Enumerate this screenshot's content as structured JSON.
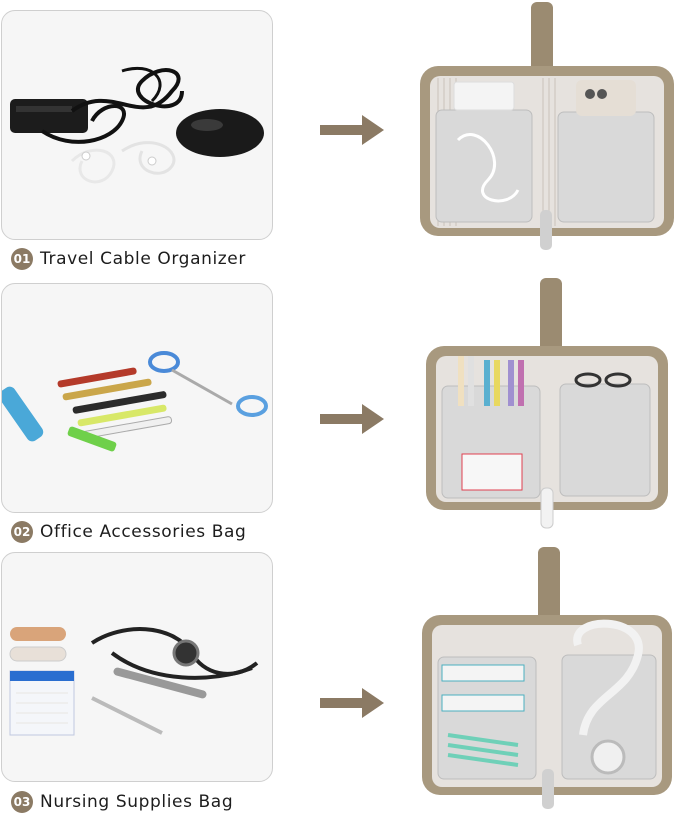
{
  "items": [
    {
      "number": "01",
      "label": "Travel Cable Organizer"
    },
    {
      "number": "02",
      "label": "Office Accessories Bag"
    },
    {
      "number": "03",
      "label": "Nursing Supplies Bag"
    }
  ],
  "colors": {
    "accent": "#8b7a64",
    "bag_khaki": "#a8997f",
    "lining_stripe": "#c9c2ba",
    "mesh": "#d9d9d9"
  },
  "icons": [
    "right-arrow-icon",
    "cable-icon",
    "mouse-icon",
    "scissors-icon",
    "pen-icon",
    "stethoscope-icon",
    "bandage-icon"
  ]
}
